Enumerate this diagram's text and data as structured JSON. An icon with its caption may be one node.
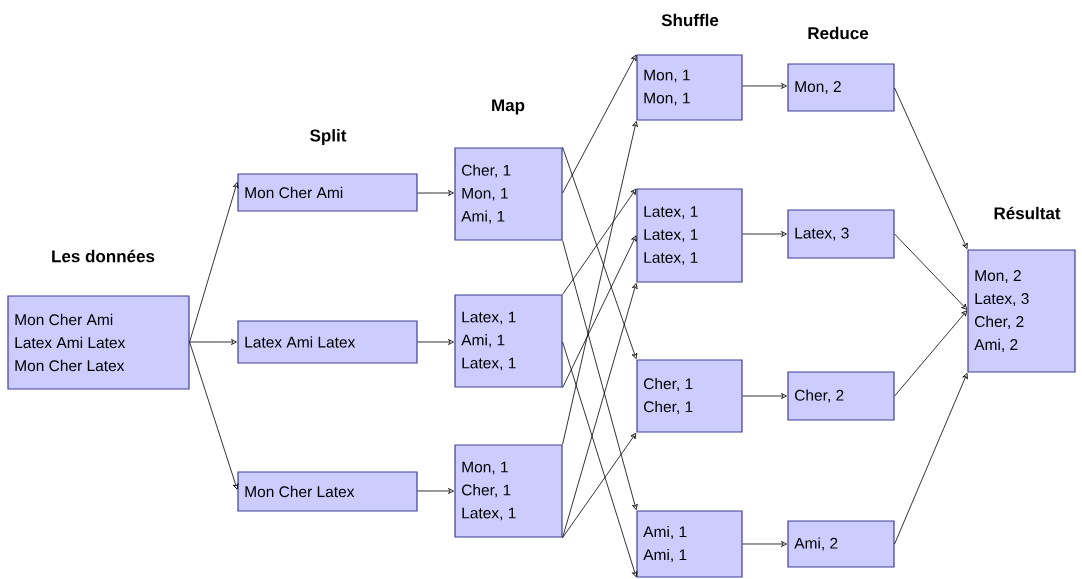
{
  "diagram": {
    "nodes": [
      {
        "text": [
          "Mon Cher Ami",
          "Latex Ami Latex",
          "Mon Cher Latex"
        ]
      },
      {
        "text": [
          "Mon Cher Ami"
        ]
      },
      {
        "text": [
          "Latex Ami Latex"
        ]
      },
      {
        "text": [
          "Mon Cher Latex"
        ]
      },
      {
        "text": [
          "Cher, 1",
          "Mon, 1",
          "Ami, 1"
        ]
      },
      {
        "text": [
          "Latex, 1",
          "Ami, 1",
          "Latex, 1"
        ]
      },
      {
        "text": [
          "Mon, 1",
          "Cher, 1",
          "Latex, 1"
        ]
      },
      {
        "text": [
          "Mon, 1",
          "Mon, 1"
        ]
      },
      {
        "text": [
          "Latex, 1",
          "Latex, 1",
          "Latex, 1"
        ]
      },
      {
        "text": [
          "Cher, 1",
          "Cher, 1"
        ]
      },
      {
        "text": [
          "Ami, 1",
          "Ami, 1"
        ]
      },
      {
        "text": [
          "Mon, 2"
        ]
      },
      {
        "text": [
          "Latex, 3"
        ]
      },
      {
        "text": [
          "Cher, 2"
        ]
      },
      {
        "text": [
          "Ami, 2"
        ]
      },
      {
        "text": [
          "Mon, 2",
          "Latex, 3",
          "Cher, 2",
          "Ami, 2"
        ]
      }
    ],
    "edges": [
      {
        "from": 0,
        "to": 1,
        "arrow": "to"
      },
      {
        "from": 0,
        "to": 2,
        "arrow": "to"
      },
      {
        "from": 0,
        "to": 3,
        "arrow": "to"
      },
      {
        "from": 1,
        "to": 4,
        "arrow": "to"
      },
      {
        "from": 2,
        "to": 5,
        "arrow": "to"
      },
      {
        "from": 3,
        "to": 6,
        "arrow": "to"
      },
      {
        "from": 4,
        "to": 7,
        "arrow": "to"
      },
      {
        "from": 4,
        "to": 9,
        "arrow": "to"
      },
      {
        "from": 4,
        "to": 10,
        "arrow": "to"
      },
      {
        "from": 5,
        "to": 8,
        "arrow": "to"
      },
      {
        "from": 5,
        "to": 10,
        "arrow": "to"
      },
      {
        "from": 5,
        "to": 8,
        "arrow": "to"
      },
      {
        "from": 6,
        "to": 7,
        "arrow": "to"
      },
      {
        "from": 6,
        "to": 8,
        "arrow": "to"
      },
      {
        "from": 6,
        "to": 9,
        "arrow": "to"
      },
      {
        "from": 7,
        "to": 11,
        "arrow": "to"
      },
      {
        "from": 8,
        "to": 12,
        "arrow": "to"
      },
      {
        "from": 9,
        "to": 13,
        "arrow": "to"
      },
      {
        "from": 10,
        "to": 14,
        "arrow": "to"
      },
      {
        "from": 11,
        "to": 15,
        "arrow": "to"
      },
      {
        "from": 12,
        "to": 15,
        "arrow": "to"
      },
      {
        "from": 13,
        "to": 15,
        "arrow": "to"
      },
      {
        "from": 14,
        "to": 15,
        "arrow": "to"
      }
    ],
    "labels": [
      "Shuffle",
      "Reduce",
      "Map",
      "Split",
      "Résultat",
      "Les données"
    ]
  }
}
